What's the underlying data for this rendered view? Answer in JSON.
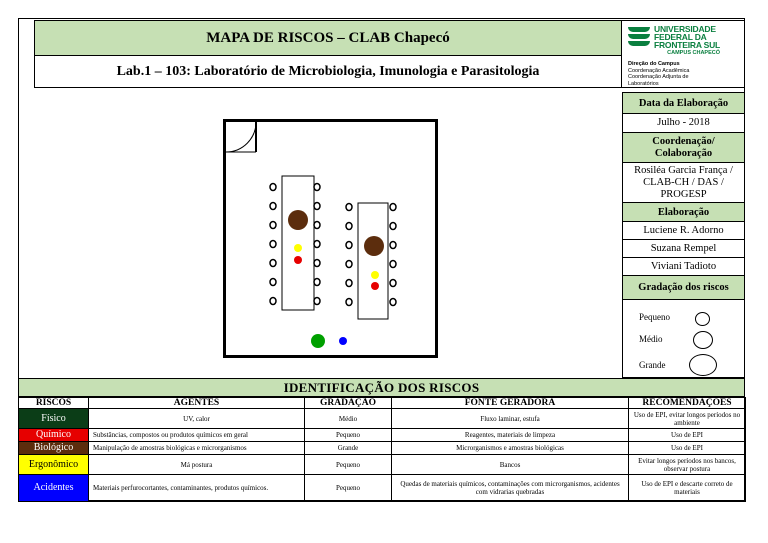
{
  "header": {
    "title": "MAPA DE RISCOS – CLAB Chapecó",
    "subtitle": "Lab.1 – 103: Laboratório de Microbiologia, Imunologia e Parasitologia"
  },
  "logo": {
    "line1": "UNIVERSIDADE",
    "line2": "FEDERAL DA",
    "line3": "FRONTEIRA SUL",
    "campus": "CAMPUS CHAPECÓ",
    "direcao": "Direção do Campus",
    "coord1": "Coordenação Acadêmica",
    "coord2": "Coordenação Adjunta de",
    "coord3": "Laboratórios"
  },
  "sidebar": {
    "data_label": "Data da Elaboração",
    "data_value": "Julho - 2018",
    "coord_label_1": "Coordenação/",
    "coord_label_2": "Colaboração",
    "coord_value_1": "Rosiléa Garcia França /",
    "coord_value_2": "CLAB-CH / DAS /",
    "coord_value_3": "PROGESP",
    "elab_label": "Elaboração",
    "elab_1": "Luciene R. Adorno",
    "elab_2": "Suzana Rempel",
    "elab_3": "Viviani Tadioto",
    "grad_label": "Gradação dos riscos",
    "grad_small": "Pequeno",
    "grad_medium": "Médio",
    "grad_large": "Grande"
  },
  "colors": {
    "header_green": "#c6e0b4",
    "fisico": "#0b3d17",
    "quimico": "#e60000",
    "biologico": "#5c2d0d",
    "ergonomico": "#ffff00",
    "acidentes": "#0000ff"
  },
  "table": {
    "title": "IDENTIFICAÇÃO DOS RISCOS",
    "headers": {
      "riscos": "RISCOS",
      "agentes": "AGENTES",
      "gradacao": "GRADAÇÃO",
      "fonte": "FONTE GERADORA",
      "recomend": "RECOMENDAÇÕES"
    },
    "rows": [
      {
        "risco": "Físico",
        "agentes": "UV, calor",
        "gradacao": "Médio",
        "fonte": "Fluxo laminar, estufa",
        "recomendacoes": "Uso de EPI, evitar longos períodos no ambiente"
      },
      {
        "risco": "Químico",
        "agentes": "Substâncias, compostos ou produtos químicos em geral",
        "gradacao": "Pequeno",
        "fonte": "Reagentes, materiais de limpeza",
        "recomendacoes": "Uso de EPI"
      },
      {
        "risco": "Biológico",
        "agentes": "Manipulação de amostras biológicas e microrganismos",
        "gradacao": "Grande",
        "fonte": "Microrganismos e amostras biológicas",
        "recomendacoes": "Uso de EPI"
      },
      {
        "risco": "Ergonômico",
        "agentes": "Má postura",
        "gradacao": "Pequeno",
        "fonte": "Bancos",
        "recomendacoes": "Evitar longos períodos nos bancos, observar postura"
      },
      {
        "risco": "Acidentes",
        "agentes": "Materiais perfurocortantes, contaminantes, produtos químicos.",
        "gradacao": "Pequeno",
        "fonte": "Quedas de materiais químicos, contaminações com microrganismos, acidentes com vidrarias quebradas",
        "recomendacoes": "Uso de EPI e descarte correto de materiais"
      }
    ]
  }
}
